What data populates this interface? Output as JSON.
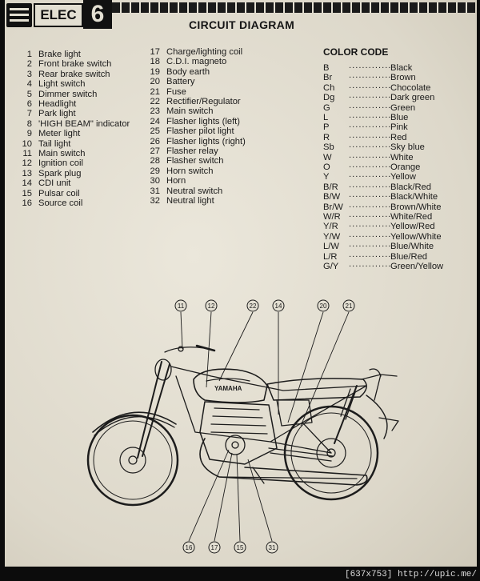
{
  "header": {
    "section": "ELEC",
    "number": "6"
  },
  "title": "CIRCUIT DIAGRAM",
  "legend_left": [
    {
      "num": "1",
      "label": "Brake light"
    },
    {
      "num": "2",
      "label": "Front brake switch"
    },
    {
      "num": "3",
      "label": "Rear brake switch"
    },
    {
      "num": "4",
      "label": "Light switch"
    },
    {
      "num": "5",
      "label": "Dimmer switch"
    },
    {
      "num": "6",
      "label": "Headlight"
    },
    {
      "num": "7",
      "label": "Park light"
    },
    {
      "num": "8",
      "label": "'HIGH BEAM\" indicator"
    },
    {
      "num": "9",
      "label": "Meter light"
    },
    {
      "num": "10",
      "label": "Tail light"
    },
    {
      "num": "11",
      "label": "Main switch"
    },
    {
      "num": "12",
      "label": "Ignition coil"
    },
    {
      "num": "13",
      "label": "Spark plug"
    },
    {
      "num": "14",
      "label": "CDI unit"
    },
    {
      "num": "15",
      "label": "Pulsar coil"
    },
    {
      "num": "16",
      "label": "Source coil"
    }
  ],
  "legend_right": [
    {
      "num": "17",
      "label": "Charge/lighting coil"
    },
    {
      "num": "18",
      "label": "C.D.I. magneto"
    },
    {
      "num": "19",
      "label": "Body earth"
    },
    {
      "num": "20",
      "label": "Battery"
    },
    {
      "num": "21",
      "label": "Fuse"
    },
    {
      "num": "22",
      "label": "Rectifier/Regulator"
    },
    {
      "num": "23",
      "label": "Main switch"
    },
    {
      "num": "24",
      "label": "Flasher lights (left)"
    },
    {
      "num": "25",
      "label": "Flasher pilot light"
    },
    {
      "num": "26",
      "label": "Flasher lights (right)"
    },
    {
      "num": "27",
      "label": "Flasher relay"
    },
    {
      "num": "28",
      "label": "Flasher switch"
    },
    {
      "num": "29",
      "label": "Horn switch"
    },
    {
      "num": "30",
      "label": "Horn"
    },
    {
      "num": "31",
      "label": "Neutral switch"
    },
    {
      "num": "32",
      "label": "Neutral light"
    }
  ],
  "color_code": {
    "title": "COLOR CODE",
    "dots": "...............",
    "entries": [
      {
        "code": "B",
        "name": "Black"
      },
      {
        "code": "Br",
        "name": "Brown"
      },
      {
        "code": "Ch",
        "name": "Chocolate"
      },
      {
        "code": "Dg",
        "name": "Dark green"
      },
      {
        "code": "G",
        "name": "Green"
      },
      {
        "code": "L",
        "name": "Blue"
      },
      {
        "code": "P",
        "name": "Pink"
      },
      {
        "code": "R",
        "name": "Red"
      },
      {
        "code": "Sb",
        "name": "Sky blue"
      },
      {
        "code": "W",
        "name": "White"
      },
      {
        "code": "O",
        "name": "Orange"
      },
      {
        "code": "Y",
        "name": "Yellow"
      },
      {
        "code": "B/R",
        "name": "Black/Red"
      },
      {
        "code": "B/W",
        "name": "Black/White"
      },
      {
        "code": "Br/W",
        "name": "Brown/White"
      },
      {
        "code": "W/R",
        "name": "White/Red"
      },
      {
        "code": "Y/R",
        "name": "Yellow/Red"
      },
      {
        "code": "Y/W",
        "name": "Yellow/White"
      },
      {
        "code": "L/W",
        "name": "Blue/White"
      },
      {
        "code": "L/R",
        "name": "Blue/Red"
      },
      {
        "code": "G/Y",
        "name": "Green/Yellow"
      }
    ]
  },
  "diagram": {
    "brand": "YAMAHA",
    "callouts_top": [
      "11",
      "12",
      "22",
      "14",
      "20",
      "21"
    ],
    "callouts_bottom": [
      "16",
      "17",
      "15",
      "31"
    ]
  },
  "footer": "[637x753] http://upic.me/"
}
